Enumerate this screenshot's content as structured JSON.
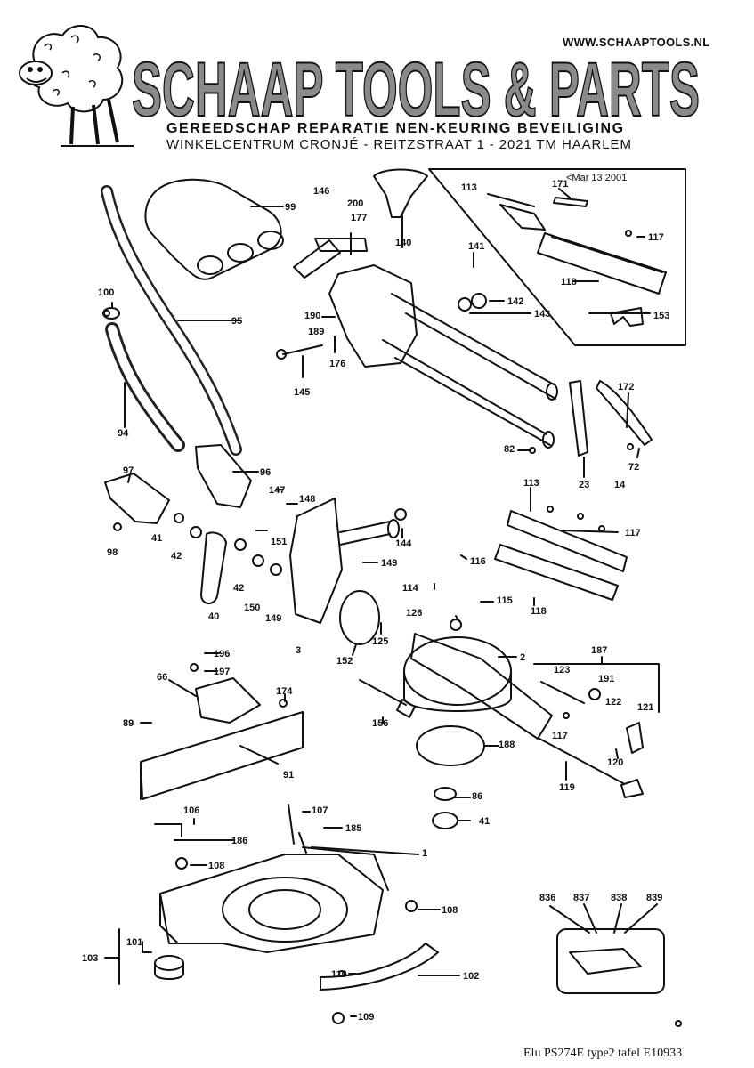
{
  "header": {
    "url": "WWW.SCHAAPTOOLS.NL",
    "brand": "SCHAAP TOOLS & PARTS",
    "subtitle": "GEREEDSCHAP REPARATIE NEN-KEURING BEVEILIGING",
    "address": "WINKELCENTRUM CRONJÉ - REITZSTRAAT 1 - 2021 TM HAARLEM"
  },
  "inset_date": "<Mar 13 2001",
  "footer": "Elu PS274E type2 tafel E10933",
  "part_numbers": [
    "99",
    "146",
    "200",
    "177",
    "113",
    "171",
    "117",
    "140",
    "141",
    "118",
    "142",
    "143",
    "153",
    "100",
    "95",
    "190",
    "189",
    "176",
    "145",
    "94",
    "172",
    "82",
    "72",
    "23",
    "14",
    "97",
    "96",
    "147",
    "148",
    "113",
    "117",
    "98",
    "41",
    "42",
    "151",
    "144",
    "149",
    "116",
    "40",
    "42",
    "150",
    "149",
    "114",
    "115",
    "118",
    "3",
    "126",
    "152",
    "125",
    "2",
    "187",
    "196",
    "197",
    "123",
    "66",
    "174",
    "191",
    "122",
    "121",
    "89",
    "156",
    "117",
    "188",
    "91",
    "120",
    "119",
    "86",
    "41",
    "106",
    "107",
    "185",
    "186",
    "1",
    "108",
    "108",
    "836",
    "837",
    "838",
    "839",
    "101",
    "103",
    "110",
    "102",
    "109"
  ],
  "colors": {
    "ink": "#111111",
    "brand_fill": "#8a8a8a",
    "background": "#ffffff"
  }
}
